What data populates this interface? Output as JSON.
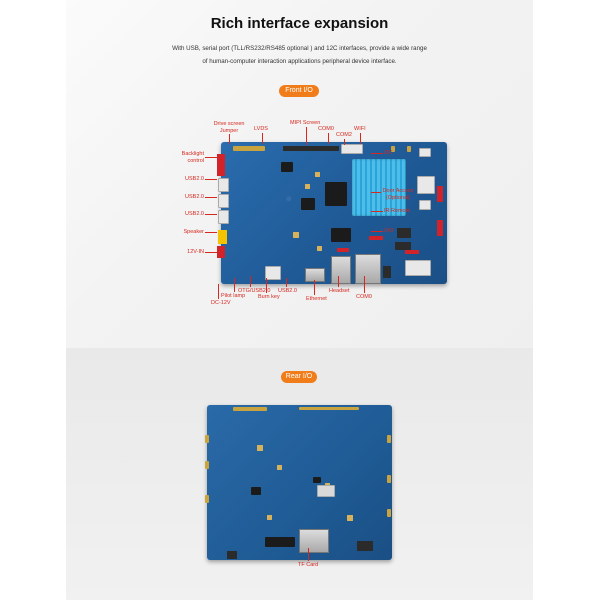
{
  "header": {
    "title": "Rich interface expansion",
    "description_line1": "With USB, serial port (TLL/RS232/RS485 optional ) and 12C interfaces, provide a wide range",
    "description_line2": "of human-computer interaction applications peripheral device interface."
  },
  "front_section": {
    "pill_label": "Front I/O",
    "labels": {
      "drive_screen_jumper_l1": "Drive screen",
      "drive_screen_jumper_l2": "Jumper",
      "lvds": "LVDS",
      "mipi_screen": "MIPI Screen",
      "com0": "COM0",
      "com2": "COM2",
      "wifi": "WIFI",
      "i2c": "I2C",
      "backlight_control_l1": "Backlight",
      "backlight_control_l2": "control",
      "usb20_a": "USB2.0",
      "usb20_b": "USB2.0",
      "usb20_c": "USB2.0",
      "speaker": "Speaker",
      "in12v": "12V-IN",
      "door_access_l1": "Door Access",
      "door_access_l2": "(Optional)",
      "ir_remote": "IR Remote",
      "xio": "XIO",
      "dc12v": "DC-12V",
      "pilot_lamp": "Pilot lamp",
      "otg_usb20": "OTG/USB2.0",
      "burn_key": "Burn key",
      "usb20_bottom": "USB2.0",
      "ethernet": "Ethernet",
      "headset": "Headset",
      "com0_bottom": "COM0"
    }
  },
  "rear_section": {
    "pill_label": "Rear I/O",
    "tf_card": "TF Card"
  },
  "colors": {
    "accent_orange": "#f07d1a",
    "label_red": "#d6281f",
    "pcb_blue": "#2a6cae",
    "heatsink_blue": "#4dbde9"
  }
}
